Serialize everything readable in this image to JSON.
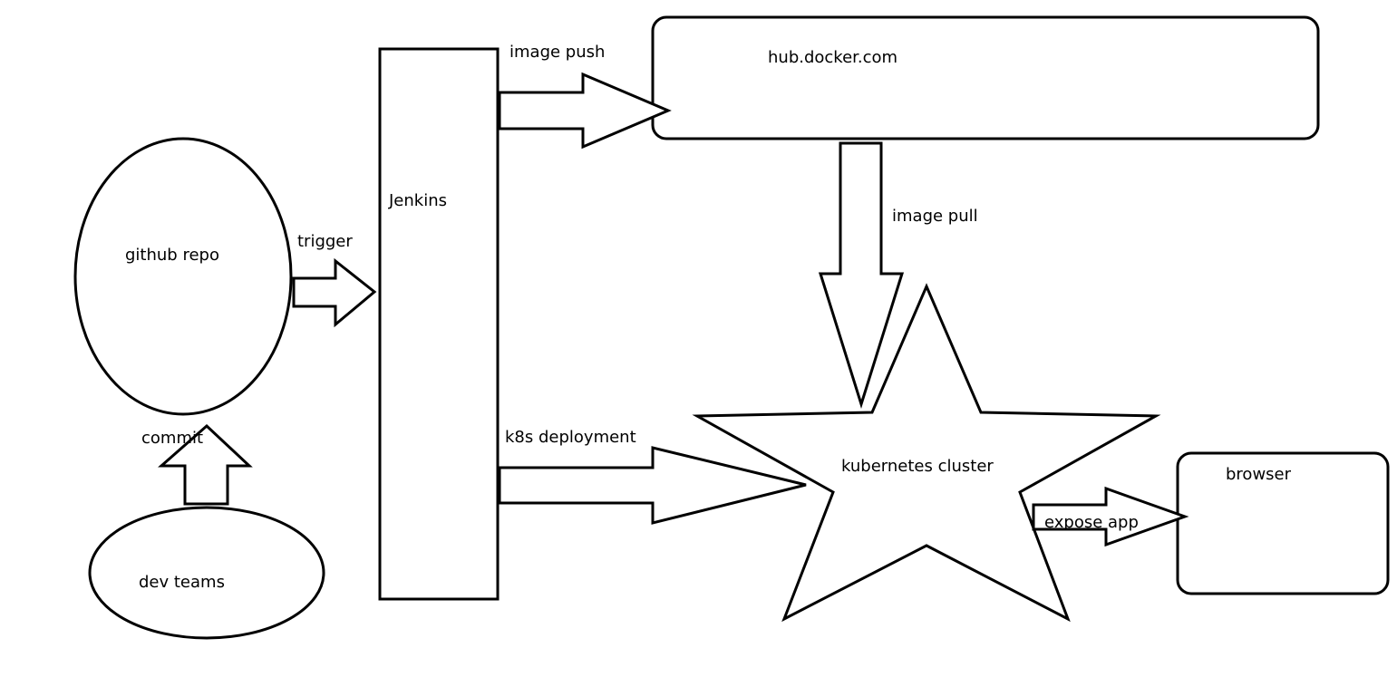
{
  "nodes": {
    "github_repo": "github repo",
    "dev_teams": "dev teams",
    "jenkins": "Jenkins",
    "docker_hub": "hub.docker.com",
    "k8s_cluster": "kubernetes cluster",
    "browser": "browser"
  },
  "edges": {
    "commit": "commit",
    "trigger": "trigger",
    "image_push": "image push",
    "image_pull": "image pull",
    "k8s_deployment": "k8s deployment",
    "expose_app": "expose app"
  },
  "colors": {
    "stroke": "#000000",
    "fill": "#ffffff",
    "background": "#ffffff"
  }
}
